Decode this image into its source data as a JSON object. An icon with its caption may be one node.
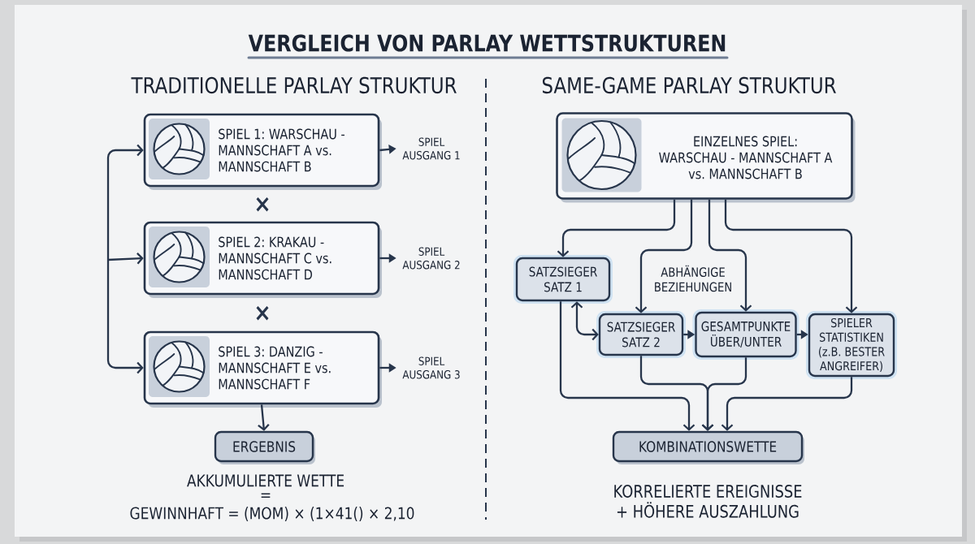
{
  "diagram": {
    "title": "VERGLEICH VON PARLAY WETTSTRUKTUREN",
    "nodes": [
      {
        "text": [
          "SPIEL 1: WARSCHAU - MANNSCHAFT A vs. MANNSCHAFT B"
        ]
      },
      {
        "text": [
          "SPIEL AUSGANG 1"
        ]
      },
      {
        "text": [
          "SPIEL 2: KRAKAU - MANNSCHAFT C vs. MANNSCHAFT D"
        ]
      },
      {
        "text": [
          "SPIEL AUSGANG 2"
        ]
      },
      {
        "text": [
          "SPIEL 3: DANZIG - MANNSCHAFT E vs. MANNSCHAFT F"
        ]
      },
      {
        "text": [
          "SPIEL AUSGANG 3"
        ]
      },
      {
        "text": [
          "ERGEBNIS"
        ],
        "beside": [
          "AKKUMULIERTE WETTE",
          "=",
          "GEWINNHAFT = (MOM) × (1×41() × 2,10"
        ]
      },
      {
        "text": [
          "EINZELNES SPIEL:",
          "WARSCHAU - MANNSCHAFT A vs. MANNSCHAFT B"
        ]
      },
      {
        "text": [
          "SATZSIEGER SATZ 1"
        ]
      },
      {
        "text": [
          "SATZSIEGER SATZ 2"
        ]
      },
      {
        "text": [
          "GESAMTPUNKTE ÜBER/UNTER"
        ]
      },
      {
        "text": [
          "SPIELER STATISTIKEN (z.B. BESTER ANGREIFER)"
        ]
      },
      {
        "text": [
          "KOMBINATIONSWETTE"
        ],
        "beside": [
          "KORRELIERTE EREIGNISSE",
          "+ HÖHERE AUSZAHLUNG"
        ]
      }
    ],
    "edges": [
      {
        "from": null,
        "to": 0,
        "arrow": "to"
      },
      {
        "from": null,
        "to": 2,
        "arrow": "to"
      },
      {
        "from": null,
        "to": 4,
        "arrow": "to"
      },
      {
        "from": 0,
        "to": 1,
        "arrow": "to"
      },
      {
        "from": 2,
        "to": 3,
        "arrow": "to"
      },
      {
        "from": 4,
        "to": 5,
        "arrow": "to"
      },
      {
        "from": 4,
        "to": 6,
        "arrow": "to"
      },
      {
        "from": 7,
        "to": 8,
        "arrow": "to"
      },
      {
        "from": 7,
        "to": 9,
        "arrow": "to"
      },
      {
        "from": 7,
        "to": 10,
        "arrow": "to"
      },
      {
        "from": 7,
        "to": 11,
        "arrow": "to"
      },
      {
        "from": 8,
        "to": 9,
        "arrow": "both"
      },
      {
        "from": 9,
        "to": 10,
        "arrow": "to"
      },
      {
        "from": 10,
        "to": 11,
        "arrow": "to"
      },
      {
        "from": 8,
        "to": 12,
        "arrow": "to"
      },
      {
        "from": 9,
        "to": 12,
        "arrow": "to"
      },
      {
        "from": 10,
        "to": 12,
        "arrow": "to"
      },
      {
        "from": 11,
        "to": 12,
        "arrow": "to"
      }
    ],
    "labels": [
      "TRADITIONELLE PARLAY STRUKTUR",
      "SAME-GAME PARLAY STRUKTUR",
      "×",
      "×",
      "ABHÄNGIGE BEZIEHUNGEN"
    ]
  }
}
